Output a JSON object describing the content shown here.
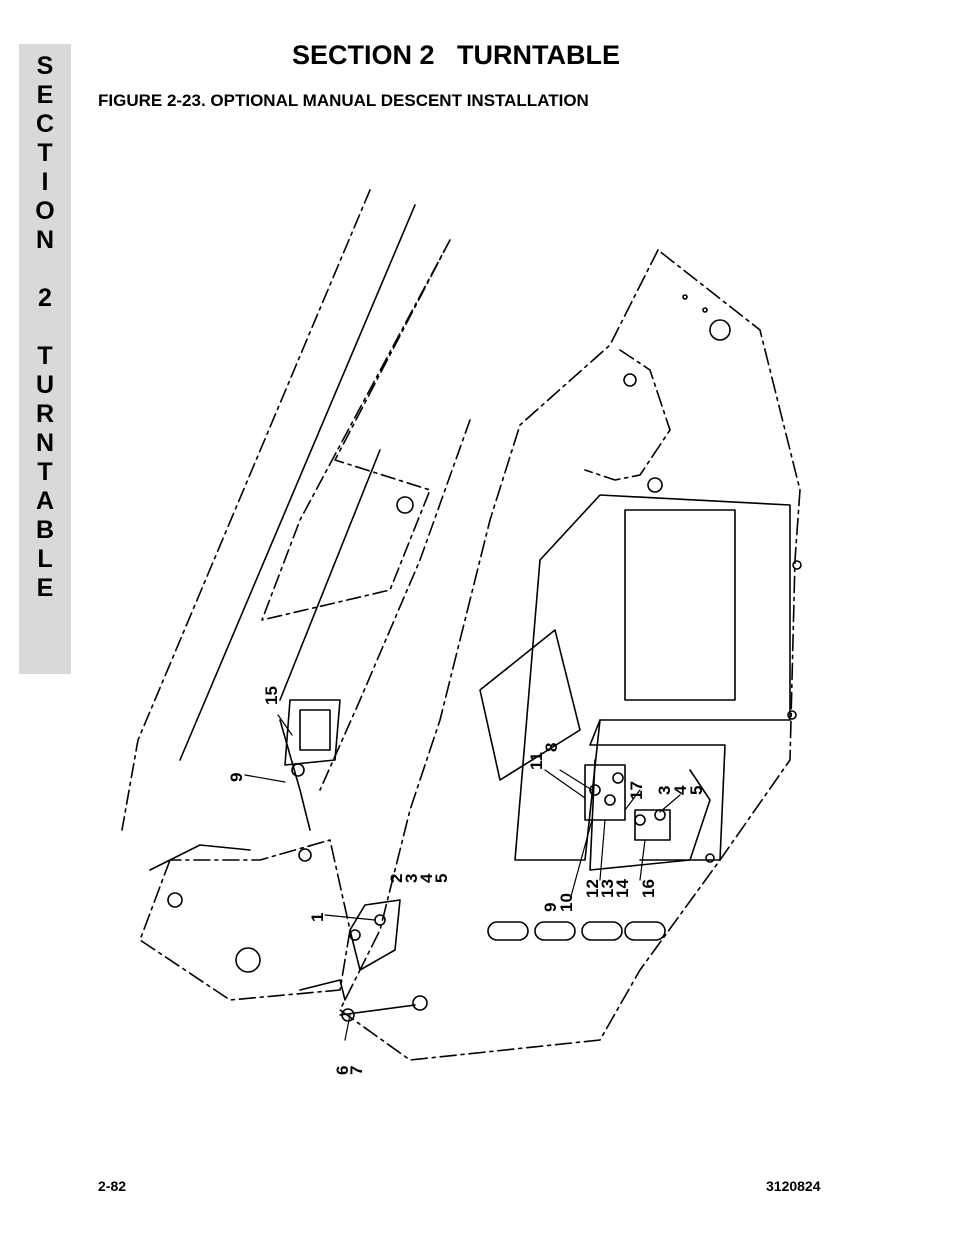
{
  "side_tab": {
    "letters": [
      "S",
      "E",
      "C",
      "T",
      "I",
      "O",
      "N",
      "",
      "2",
      "",
      "T",
      "U",
      "R",
      "N",
      "T",
      "A",
      "B",
      "L",
      "E"
    ]
  },
  "header": {
    "title": "SECTION 2   TURNTABLE",
    "figure_caption": "FIGURE 2-23.  OPTIONAL MANUAL DESCENT INSTALLATION"
  },
  "figure": {
    "callouts": {
      "c15": "15",
      "c9a": "9",
      "c2": "2",
      "c3a": "3",
      "c4a": "4",
      "c5a": "5",
      "c1": "1",
      "c6": "6",
      "c7": "7",
      "c11": "11",
      "c8": "8",
      "c17": "17",
      "c3b": "3",
      "c4b": "4",
      "c5b": "5",
      "c9b": "9",
      "c10": "10",
      "c12": "12",
      "c13": "13",
      "c14": "14",
      "c16": "16"
    }
  },
  "footer": {
    "page_number": "2-82",
    "doc_number": "3120824"
  }
}
